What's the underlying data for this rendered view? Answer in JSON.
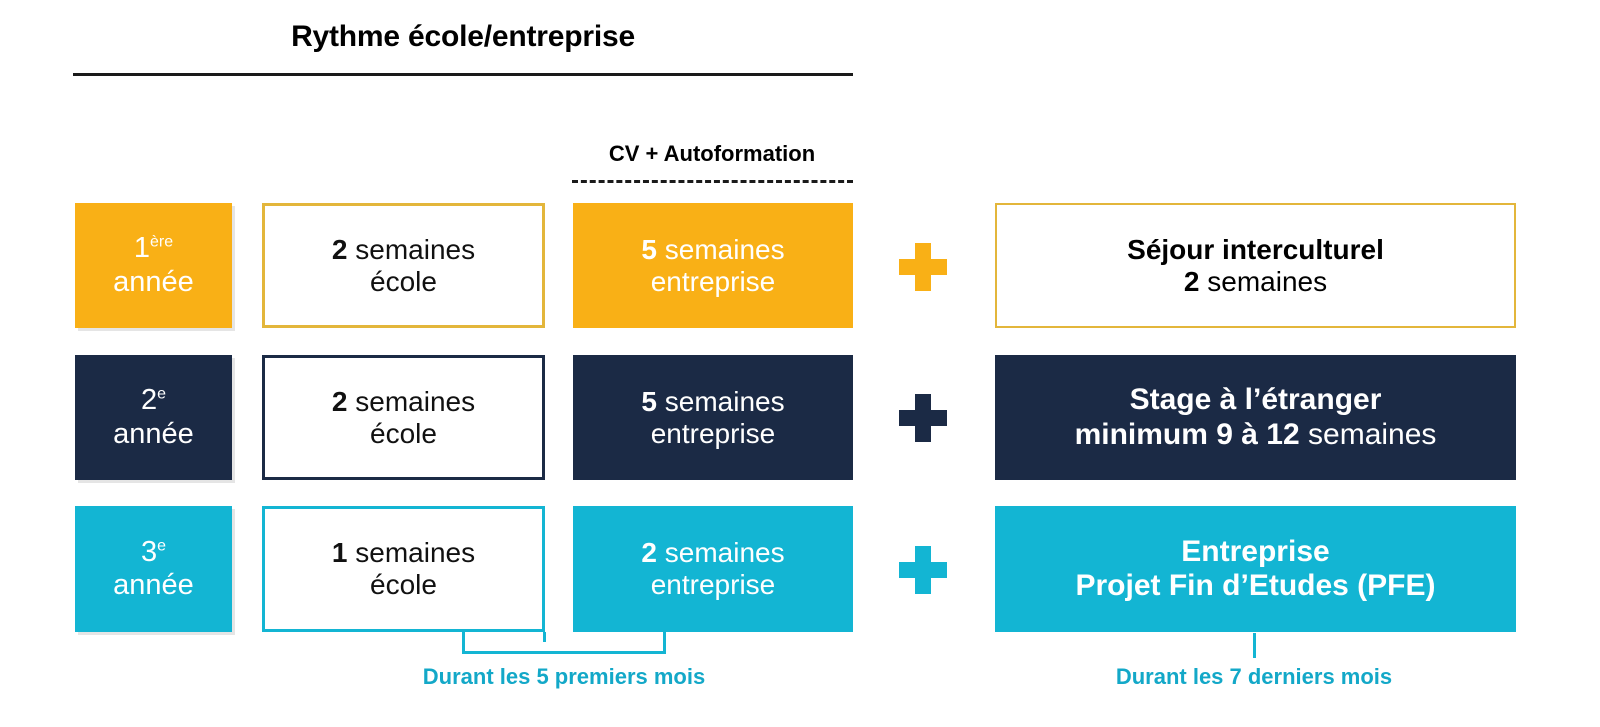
{
  "title": "Rythme école/entreprise",
  "cv_header": "CV + Autoformation",
  "colors": {
    "amber": "#F9B016",
    "amber_border": "#E3B63B",
    "navy": "#1B2A45",
    "cyan": "#13B5D3",
    "caption_cyan": "#13A8C8",
    "white": "#FFFFFF",
    "black": "#000000"
  },
  "rows": [
    {
      "year": {
        "num": "1",
        "sup": "ère",
        "label": "année"
      },
      "school": {
        "num": "2",
        "unit": "semaines",
        "place": "école"
      },
      "enterprise": {
        "num": "5",
        "unit": "semaines",
        "place": "entreprise"
      },
      "plus": "+",
      "panel": {
        "line1": "Séjour interculturel",
        "line2_bold": "2",
        "line2_rest": "semaines"
      }
    },
    {
      "year": {
        "num": "2",
        "sup": "e",
        "label": "année"
      },
      "school": {
        "num": "2",
        "unit": "semaines",
        "place": "école"
      },
      "enterprise": {
        "num": "5",
        "unit": "semaines",
        "place": "entreprise"
      },
      "plus": "+",
      "panel": {
        "line1": "Stage à l’étranger",
        "line2_bold": "minimum 9 à 12",
        "line2_rest": "semaines"
      }
    },
    {
      "year": {
        "num": "3",
        "sup": "e",
        "label": "année"
      },
      "school": {
        "num": "1",
        "unit": "semaines",
        "place": "école"
      },
      "enterprise": {
        "num": "2",
        "unit": "semaines",
        "place": "entreprise"
      },
      "plus": "+",
      "panel": {
        "line1": "Entreprise",
        "line2_bold": "Projet Fin d’Etudes (PFE)",
        "line2_rest": ""
      }
    }
  ],
  "captions": {
    "left": "Durant les 5 premiers mois",
    "right": "Durant les 7 derniers mois"
  }
}
